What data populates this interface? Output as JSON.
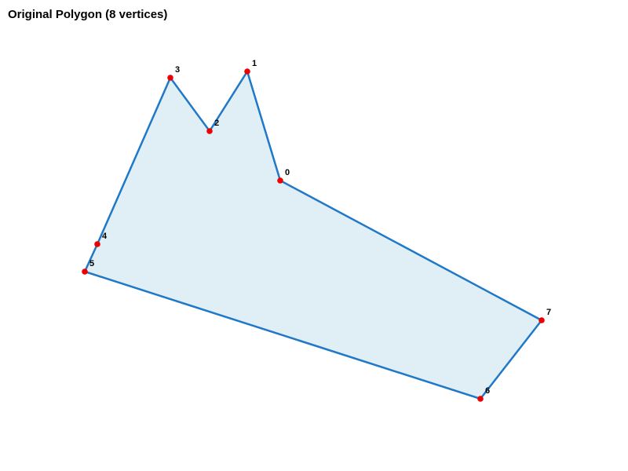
{
  "title": "Original Polygon (8 vertices)",
  "colors": {
    "fill": "#dfeff5",
    "stroke": "#1f78c8",
    "vertex": "#ee0000"
  },
  "polygon": {
    "vertex_count": 8,
    "closed": true,
    "vertices": [
      {
        "label": "0"
      },
      {
        "label": "1"
      },
      {
        "label": "2"
      },
      {
        "label": "3"
      },
      {
        "label": "4"
      },
      {
        "label": "5"
      },
      {
        "label": "6"
      },
      {
        "label": "7"
      }
    ]
  }
}
